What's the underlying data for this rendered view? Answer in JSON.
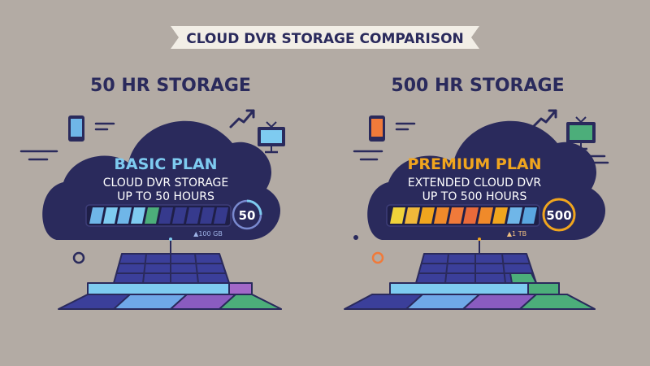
{
  "banner": {
    "title": "CLOUD DVR STORAGE COMPARISON"
  },
  "colors": {
    "background": "#b3aba4",
    "cloud": "#2a2a5c",
    "basic_accent": "#7ecbf0",
    "premium_accent": "#f0a51e",
    "banner_bg": "#f2eee6",
    "heading": "#2a2a5c"
  },
  "panels": [
    {
      "heading": "50 HR STORAGE",
      "plan_name": "BASIC PLAN",
      "line1": "CLOUD DVR STORAGE",
      "line2": "UP TO 50 HOURS",
      "badge": "50",
      "capacity": "▲100 GB",
      "fill_fraction": 0.45,
      "icons": [
        "phone-icon",
        "trend-arrow-icon",
        "tv-icon"
      ]
    },
    {
      "heading": "500 HR STORAGE",
      "plan_name": "PREMIUM PLAN",
      "line1": "EXTENDED CLOUD DVR",
      "line2": "UP TO 500 HOURS",
      "badge": "500",
      "capacity": "▲1 TB",
      "fill_fraction": 1.0,
      "icons": [
        "phone-icon",
        "trend-arrow-icon",
        "tv-icon"
      ]
    }
  ]
}
